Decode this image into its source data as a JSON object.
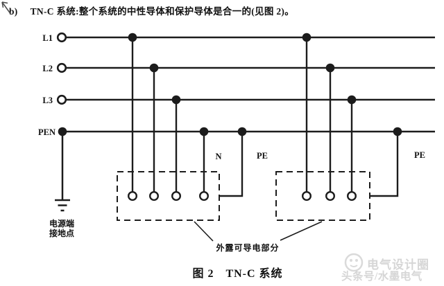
{
  "colors": {
    "line": "#1c1c1c",
    "background": "#ffffff",
    "watermark": "#d6d6d6"
  },
  "header": {
    "prefix": "b)",
    "text": "TN-C 系统:整个系统的中性导体和保护导体是合一的(见图 2)。"
  },
  "diagram": {
    "conductors": [
      {
        "label": "L1"
      },
      {
        "label": "L2"
      },
      {
        "label": "L3"
      },
      {
        "label": "PEN"
      }
    ],
    "terminal_labels": {
      "n": "N",
      "pe_left": "PE",
      "pe_right": "PE"
    },
    "ground": {
      "line1": "电源端",
      "line2": "接地点"
    },
    "exposed_label": "外露可导电部分"
  },
  "caption": "图 2　TN-C 系统",
  "watermark": {
    "line1": "电气设计圈",
    "line2": "头条号/水墨电气"
  }
}
